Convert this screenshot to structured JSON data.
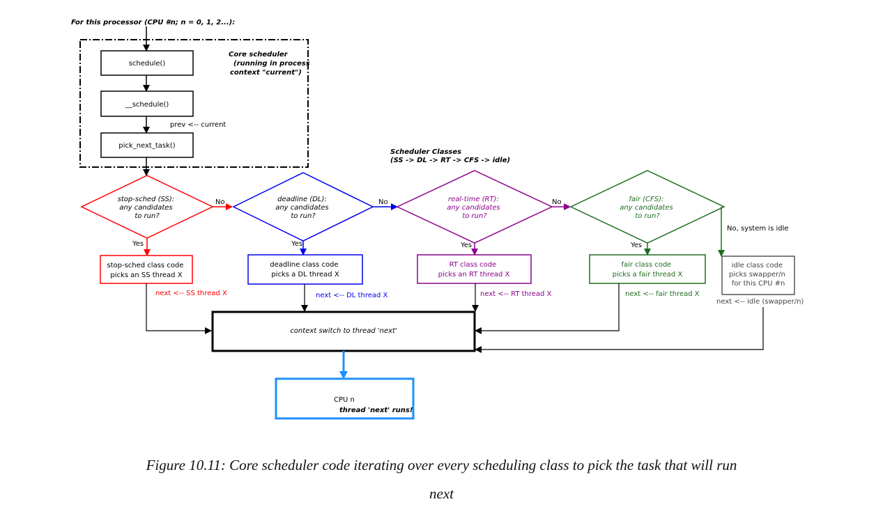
{
  "header": "For this processor (CPU #n; n = 0, 1, 2...):",
  "core": {
    "title_lines": [
      "Core scheduler",
      "(running in process",
      "context \"current\")"
    ],
    "schedule": "schedule()",
    "__schedule": "__schedule()",
    "prev_label": "prev <-- current",
    "pick_next": "pick_next_task()"
  },
  "classes_title": [
    "Scheduler Classes",
    "(SS -> DL -> RT -> CFS -> idle)"
  ],
  "colors": {
    "ss": "#ff0000",
    "dl": "#0000ee",
    "rt": "#8b008b",
    "cfs": "#1e6b1e",
    "idle": "#555555",
    "cpu": "#1e90ff",
    "black": "#000000"
  },
  "ss": {
    "decision": [
      "stop-sched (SS):",
      "any candidates",
      "to run?"
    ],
    "yes": "Yes",
    "no": "No",
    "box": [
      "stop-sched class code",
      "picks an SS thread X"
    ],
    "next": "next <-- SS thread X"
  },
  "dl": {
    "decision": [
      "deadline (DL):",
      "any candidates",
      "to run?"
    ],
    "yes": "Yes",
    "no": "No",
    "box": [
      "deadline class code",
      "picks a DL thread X"
    ],
    "next": "next <-- DL thread X"
  },
  "rt": {
    "decision": [
      "real-time (RT):",
      "any candidates",
      "to run?"
    ],
    "yes": "Yes",
    "no": "No",
    "box": [
      "RT class code",
      "picks an RT thread X"
    ],
    "next": "next <-- RT thread X"
  },
  "cfs": {
    "decision": [
      "fair (CFS):",
      "any candidates",
      "to run?"
    ],
    "yes": "Yes",
    "no": "No, system is idle",
    "box": [
      "fair class code",
      "picks a fair thread X"
    ],
    "next": "next <-- fair thread X"
  },
  "idle": {
    "box": [
      "idle class code",
      "picks swapper/n",
      "for this CPU #n"
    ],
    "next": "next <-- idle (swapper/n)"
  },
  "context_switch": "context switch to thread 'next'",
  "cpu": {
    "line1": "CPU n",
    "line2": "thread 'next' runs!"
  },
  "caption_lines": [
    "Figure 10.11: Core scheduler code iterating over every scheduling class to pick the task that will run",
    "next"
  ]
}
